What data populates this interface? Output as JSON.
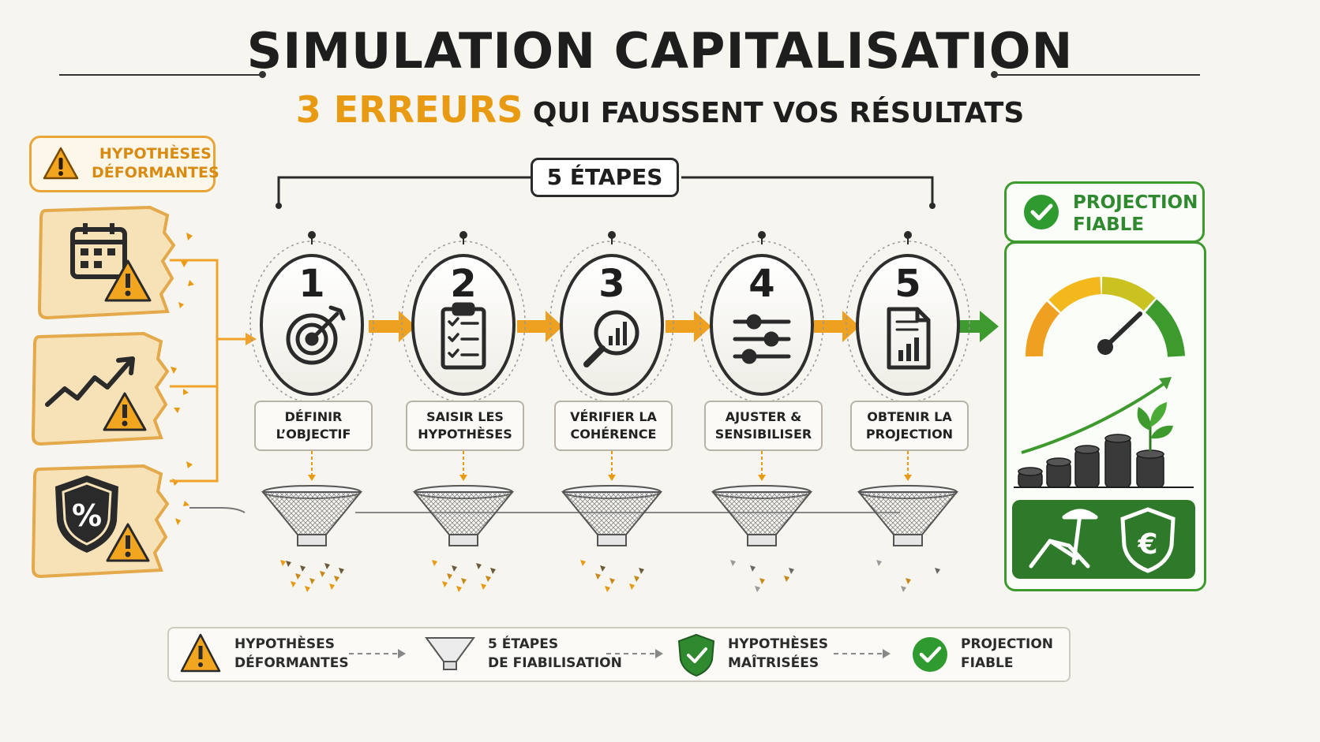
{
  "header": {
    "title": "SIMULATION CAPITALISATION",
    "subtitle_accent": "3 ERREURS",
    "subtitle_rest": "QUI FAUSSENT VOS RÉSULTATS"
  },
  "left_panel": {
    "label_line1": "HYPOTHÈSES",
    "label_line2": "DÉFORMANTES",
    "cards": [
      {
        "icon": "calendar-icon"
      },
      {
        "icon": "trend-up-icon"
      },
      {
        "icon": "percent-shield-icon"
      }
    ]
  },
  "steps_header": "5 ÉTAPES",
  "steps": [
    {
      "number": "1",
      "icon": "target-icon",
      "line1": "DÉFINIR",
      "line2": "L’OBJECTIF"
    },
    {
      "number": "2",
      "icon": "checklist-icon",
      "line1": "SAISIR LES",
      "line2": "HYPOTHÈSES"
    },
    {
      "number": "3",
      "icon": "magnifier-chart-icon",
      "line1": "VÉRIFIER LA",
      "line2": "COHÉRENCE"
    },
    {
      "number": "4",
      "icon": "sliders-icon",
      "line1": "AJUSTER &",
      "line2": "SENSIBILISER"
    },
    {
      "number": "5",
      "icon": "report-icon",
      "line1": "OBTENIR LA",
      "line2": "PROJECTION"
    }
  ],
  "right_panel": {
    "label_line1": "PROJECTION",
    "label_line2": "FIABLE",
    "icons": [
      "gauge-icon",
      "coin-stacks-icon",
      "plant-icon",
      "beach-chair-icon",
      "euro-shield-icon"
    ]
  },
  "legend": [
    {
      "icon": "warning-icon",
      "line1": "HYPOTHÈSES",
      "line2": "DÉFORMANTES"
    },
    {
      "icon": "funnel-icon",
      "line1": "5 ÉTAPES",
      "line2": "DE FIABILISATION"
    },
    {
      "icon": "shield-check-icon",
      "line1": "HYPOTHÈSES",
      "line2": "MAÎTRISÉES"
    },
    {
      "icon": "check-circle-icon",
      "line1": "PROJECTION",
      "line2": "FIABLE"
    }
  ],
  "colors": {
    "accent_orange": "#e89a12",
    "success_green": "#2f8a2f",
    "dark": "#1e1e1e",
    "card_bg": "#f7e2b8"
  }
}
